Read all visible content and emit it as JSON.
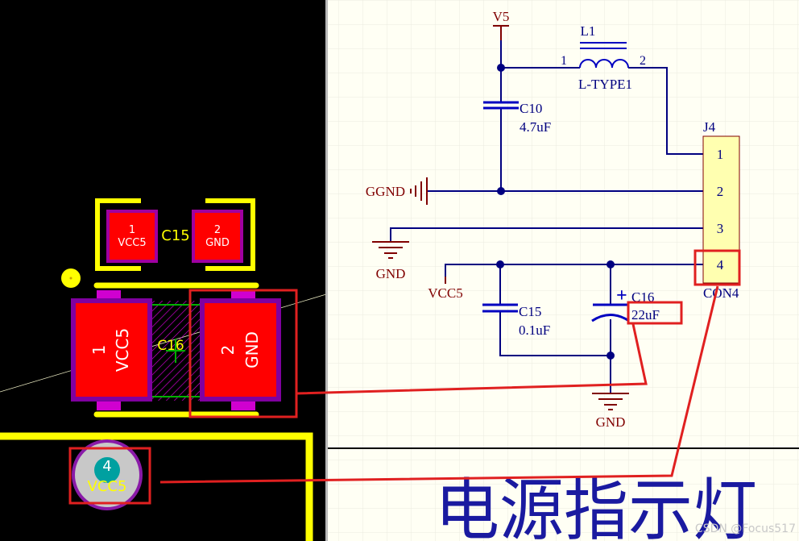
{
  "pcb_view": {
    "c15": {
      "designator": "C15",
      "pad1": {
        "number": "1",
        "net": "VCC5"
      },
      "pad2": {
        "number": "2",
        "net": "GND"
      }
    },
    "c16": {
      "designator": "C16",
      "pad1": {
        "number": "1",
        "net": "VCC5"
      },
      "pad2": {
        "number": "2",
        "net": "GND"
      }
    },
    "connector_pad": {
      "number": "4",
      "net": "VCC5"
    }
  },
  "schematic_view": {
    "power_v5": "V5",
    "inductor": {
      "designator": "L1",
      "value": "L-TYPE1",
      "pin1": "1",
      "pin2": "2"
    },
    "c10": {
      "designator": "C10",
      "value": "4.7uF"
    },
    "ggnd": "GGND",
    "gnd_left": "GND",
    "vcc5": "VCC5",
    "c15": {
      "designator": "C15",
      "value": "0.1uF"
    },
    "c16": {
      "designator": "C16",
      "value": "22uF"
    },
    "gnd_bottom": "GND",
    "connector": {
      "designator": "J4",
      "type": "CON4",
      "pins": [
        "1",
        "2",
        "3",
        "4"
      ]
    },
    "section_title": "电源指示灯"
  },
  "watermark": "CSDN @Focus517",
  "colors": {
    "pcb_background": "#000000",
    "pad": "#ff0000",
    "silkscreen": "#ffff00",
    "solder_mask": "#c000c0",
    "sheet_background": "#fffff4",
    "wire": "#000080",
    "power_symbol": "#800000",
    "component_body": "#ffffb0",
    "annotation": "#e02020"
  }
}
